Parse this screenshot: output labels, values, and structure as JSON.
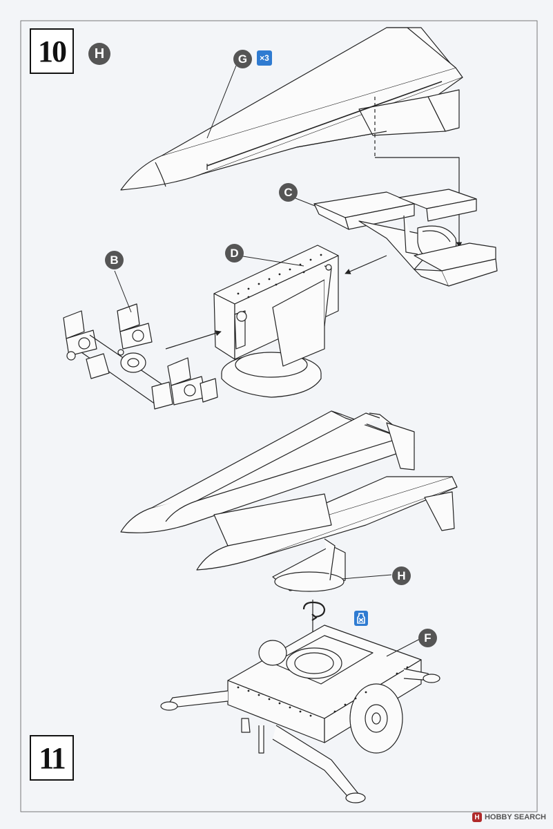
{
  "steps": {
    "step_a": "10",
    "step_b": "11"
  },
  "labels": {
    "h_top": "H",
    "g": "G",
    "multiplier": "×3",
    "c": "C",
    "b": "B",
    "d": "D",
    "h_mid": "H",
    "f": "F"
  },
  "icons": {
    "rotate": "rotate-arrow-icon",
    "no_glue": "no-glue-icon"
  },
  "colors": {
    "badge": "#555555",
    "tag": "#2f7bd1",
    "line": "#222222",
    "paper": "#f3f5f8"
  },
  "watermark": {
    "text": "HOBBY SEARCH",
    "logo": "H"
  }
}
